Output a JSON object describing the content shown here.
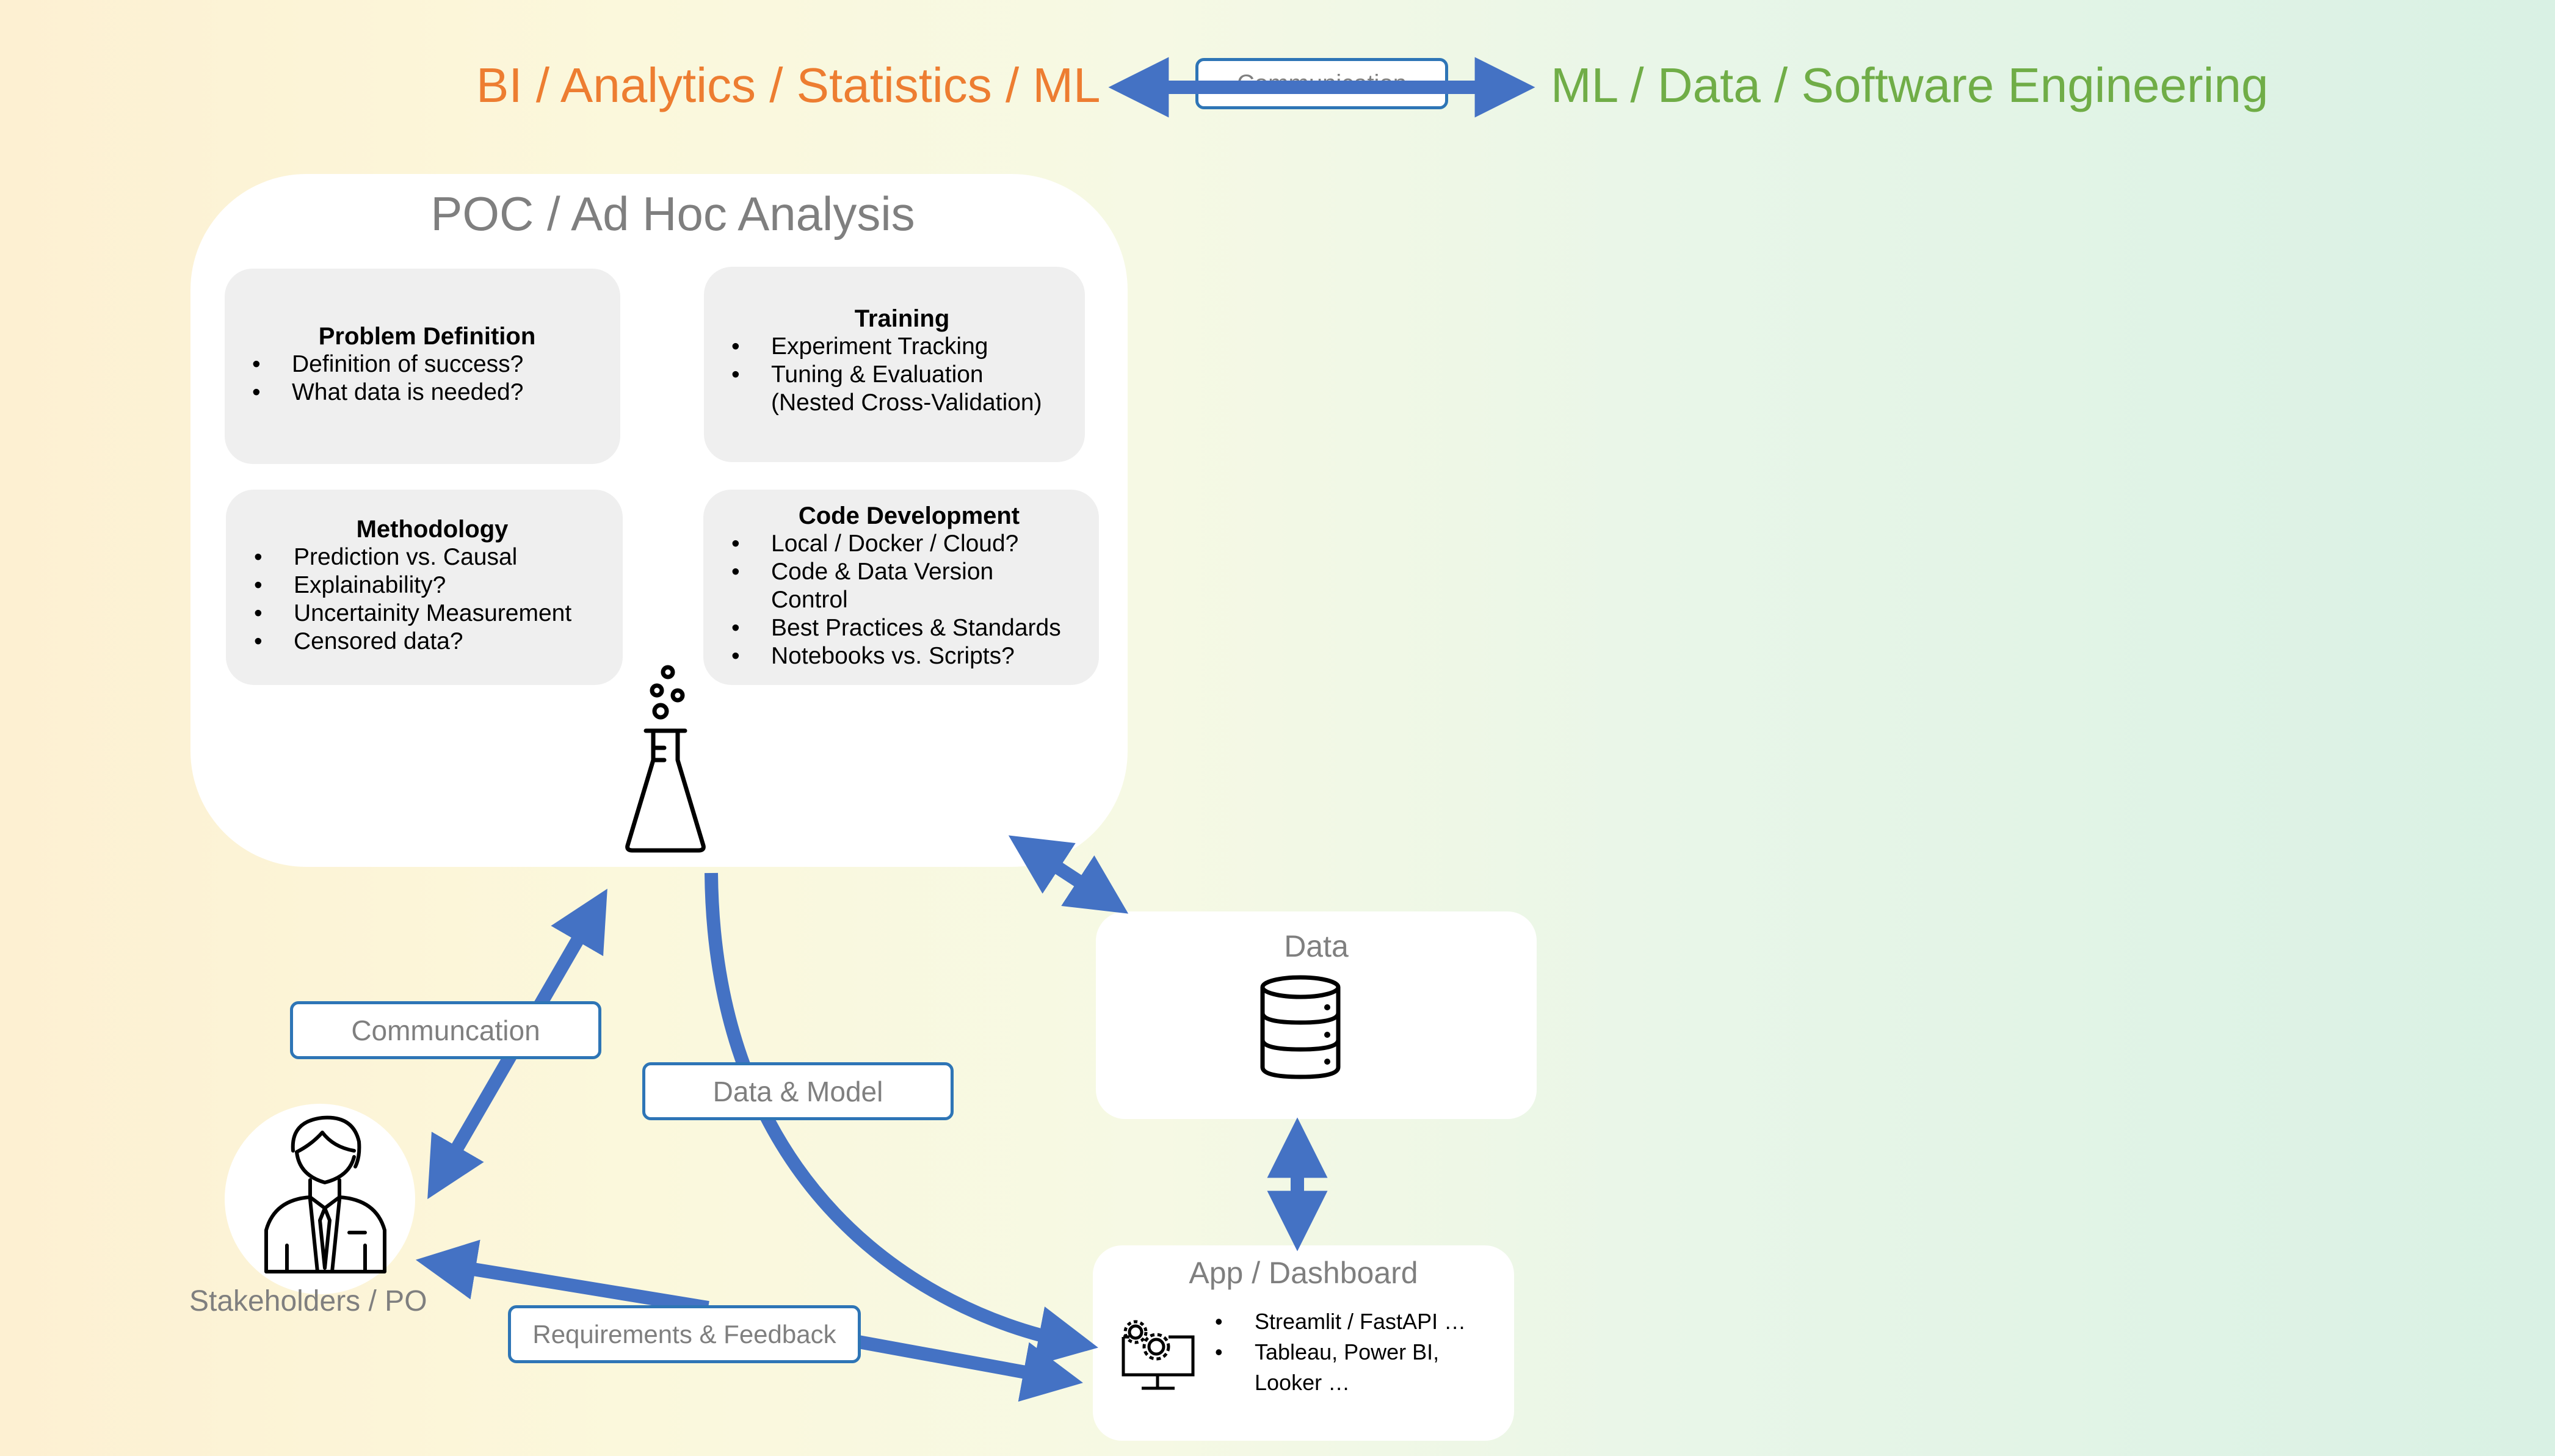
{
  "header": {
    "left": "BI / Analytics / Statistics / ML",
    "right": "ML / Data / Software Engineering",
    "communication": "Communication"
  },
  "poc": {
    "title": "POC / Ad Hoc Analysis",
    "cards": [
      {
        "title": "Problem Definition",
        "items": [
          "Definition of success?",
          "What data is needed?"
        ]
      },
      {
        "title": "Training",
        "items": [
          "Experiment Tracking",
          "Tuning & Evaluation\n(Nested Cross-Validation)"
        ]
      },
      {
        "title": "Methodology",
        "items": [
          "Prediction vs. Causal",
          "Explainability?",
          "Uncertainity Measurement",
          "Censored data?"
        ]
      },
      {
        "title": "Code Development",
        "items": [
          "Local / Docker / Cloud?",
          "Code & Data Version Control",
          "Best Practices & Standards",
          "Notebooks vs. Scripts?"
        ]
      }
    ]
  },
  "data_box": {
    "title": "Data"
  },
  "app": {
    "title": "App / Dashboard",
    "items": [
      "Streamlit / FastAPI …",
      "Tableau, Power BI, Looker …"
    ]
  },
  "stakeholders": {
    "label": "Stakeholders / PO"
  },
  "labels": {
    "communcation": "Communcation",
    "data_model": "Data & Model",
    "requirements": "Requirements & Feedback"
  },
  "icons": [
    "flask-icon",
    "database-icon",
    "person-icon",
    "monitor-gears-icon"
  ],
  "colors": {
    "arrow": "#4472c4",
    "left_header": "#ed7d31",
    "right_header": "#70ad47",
    "pill_border": "#2e75b6"
  }
}
